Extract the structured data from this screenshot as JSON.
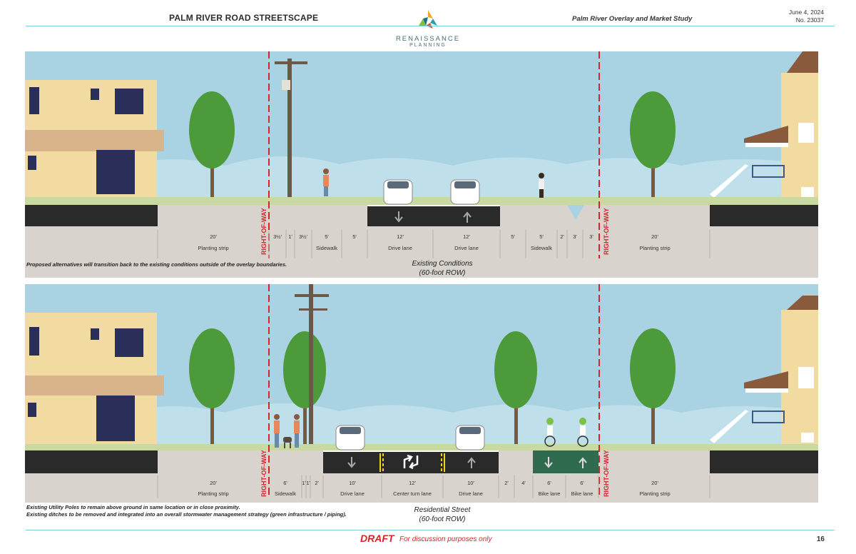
{
  "header": {
    "title": "PALM RIVER ROAD STREETSCAPE",
    "study": "Palm River Overlay and Market Study",
    "date": "June 4, 2024",
    "number": "No. 23037",
    "logo_name": "RENAISSANCE",
    "logo_sub": "PLANNING"
  },
  "row_label": "RIGHT-OF-WAY",
  "existing": {
    "caption_line1": "Existing Conditions",
    "caption_line2": "(60-foot ROW)",
    "note": "Proposed alternatives will transition back to the existing conditions outside of the overlay boundaries.",
    "dims": [
      "20'",
      "3½'",
      "1'",
      "3½'",
      "5'",
      "5'",
      "12'",
      "12'",
      "5'",
      "5'",
      "2'",
      "3'",
      "3'",
      "20'"
    ],
    "labels": [
      "Planting strip",
      "Sidewalk",
      "Drive lane",
      "Drive lane",
      "Sidewalk",
      "Planting strip"
    ]
  },
  "proposed": {
    "caption_line1": "Residential Street",
    "caption_line2": "(60-foot ROW)",
    "note_line1": "Existing Utility Poles to remain above ground in same location or in close proximity.",
    "note_line2": "Existing ditches to be removed and integrated into an overall stormwater management strategy (green infrastructure / piping).",
    "dims": [
      "20'",
      "6'",
      "1'",
      "1'",
      "2'",
      "10'",
      "12'",
      "10'",
      "2'",
      "4'",
      "6'",
      "6'",
      "20'"
    ],
    "labels": [
      "Planting strip",
      "Sidewalk",
      "Drive lane",
      "Center turn lane",
      "Drive lane",
      "Bike lane",
      "Bike lane",
      "Planting strip"
    ]
  },
  "footer": {
    "draft": "DRAFT",
    "draft_note": "For discussion purposes only",
    "page": "16"
  },
  "colors": {
    "sky": "#a9d3e3",
    "road": "#2a2a2a",
    "bike_lane": "#2f6b4f",
    "row_line": "#d8232a",
    "accent_line": "#7fd0d4"
  }
}
